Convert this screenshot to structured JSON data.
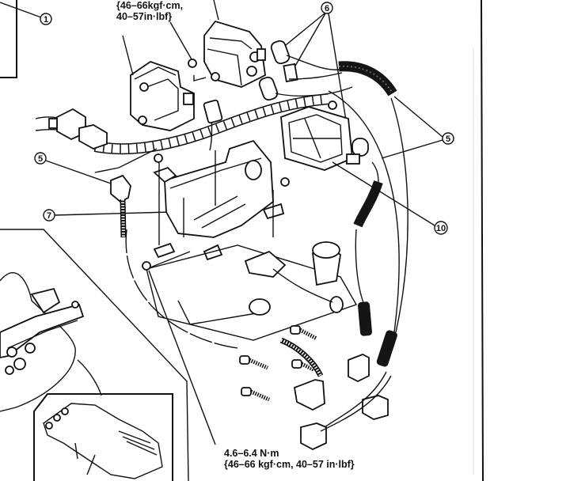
{
  "diagram": {
    "title": "Ignition coil and high-tension lead installation",
    "torque_specs": {
      "top": {
        "lines": [
          "{46–66kgf·cm,",
          "40–57in·lbf}"
        ]
      },
      "bottom": {
        "lines": [
          "4.6–6.4 N·m",
          "{46–66 kgf·cm, 40–57 in·lbf}"
        ]
      }
    },
    "callouts": [
      {
        "id": "callout-1",
        "label": "1"
      },
      {
        "id": "callout-5-left",
        "label": "5"
      },
      {
        "id": "callout-5-right",
        "label": "5"
      },
      {
        "id": "callout-6",
        "label": "6"
      },
      {
        "id": "callout-7",
        "label": "7"
      },
      {
        "id": "callout-10",
        "label": "10"
      }
    ],
    "parts": [
      "ignition-coil-left",
      "ignition-coil-right",
      "coil-bracket",
      "wiring-harness",
      "harness-connector",
      "high-tension-lead",
      "spark-plug-boot",
      "spark-plug",
      "mounting-nut",
      "mounting-bolt",
      "intake-manifold",
      "manifold-detail-inset"
    ],
    "colors": {
      "ink": "#111111",
      "paper": "#ffffff"
    }
  }
}
